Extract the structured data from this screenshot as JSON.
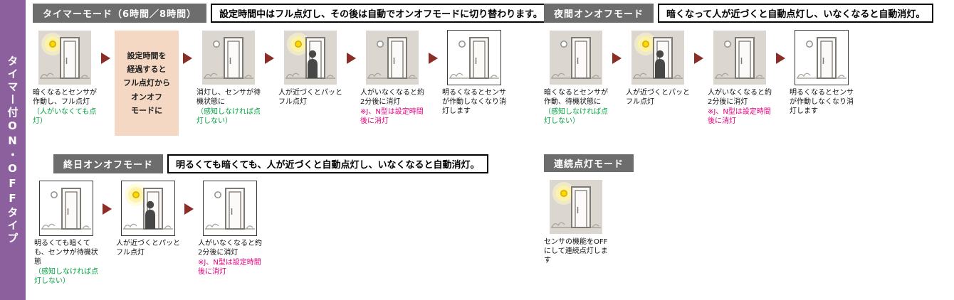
{
  "sidebar": {
    "label": "タイマー付ON・OFFタイプ"
  },
  "colors": {
    "sidebar_purple": "#8c5f9d",
    "header_gray": "#6e6d6e",
    "arrow_red": "#8b2e27",
    "note_green": "#00a23e",
    "note_pink": "#e4007f",
    "scene_gray_bg": "#dbd6cf",
    "transition_box_bg": "#f4d8c3"
  },
  "sections": {
    "timer": {
      "title": "タイマーモード（6時間／8時間）",
      "description": "設定時間中はフル点灯し、その後は自動でオンオフモードに切り替わります。",
      "transition_box": "設定時間を\n経過すると\nフル点灯から\nオンオフ\nモードに",
      "steps": [
        {
          "caption": "暗くなるとセンサが作動し、フル点灯",
          "green_note": "（人がいなくても点灯）",
          "scene": {
            "bg": "gray",
            "lit": true,
            "person": false
          }
        },
        {
          "caption": "消灯し、センサが待機状態に",
          "green_note": "（感知しなければ点灯しない）",
          "scene": {
            "bg": "gray",
            "lit": false,
            "person": false
          }
        },
        {
          "caption": "人が近づくとパッとフル点灯",
          "scene": {
            "bg": "gray",
            "lit": true,
            "person": true
          }
        },
        {
          "caption": "人がいなくなると約2分後に消灯",
          "pink_note": "※J、N型は設定時間後に消灯",
          "scene": {
            "bg": "gray",
            "lit": false,
            "person": false
          }
        },
        {
          "caption": "明るくなるとセンサが作動しなくなり消灯します",
          "scene": {
            "bg": "white",
            "lit": false,
            "person": false
          }
        }
      ]
    },
    "night": {
      "title": "夜間オンオフモード",
      "description": "暗くなって人が近づくと自動点灯し、いなくなると自動消灯。",
      "steps": [
        {
          "caption": "暗くなるとセンサが作動、待機状態に",
          "green_note": "（感知しなければ点灯しない）",
          "scene": {
            "bg": "gray",
            "lit": false,
            "person": false
          }
        },
        {
          "caption": "人が近づくとパッとフル点灯",
          "scene": {
            "bg": "gray",
            "lit": true,
            "person": true
          }
        },
        {
          "caption": "人がいなくなると約2分後に消灯",
          "pink_note": "※J、N型は設定時間後に消灯",
          "scene": {
            "bg": "gray",
            "lit": false,
            "person": false
          }
        },
        {
          "caption": "明るくなるとセンサが作動しなくなり消灯します",
          "scene": {
            "bg": "white",
            "lit": false,
            "person": false
          }
        }
      ]
    },
    "allday": {
      "title": "終日オンオフモード",
      "description": "明るくても暗くても、人が近づくと自動点灯し、いなくなると自動消灯。",
      "steps": [
        {
          "caption": "明るくても暗くても、センサが待機状態",
          "green_note": "（感知しなければ点灯しない）",
          "scene": {
            "bg": "white",
            "lit": false,
            "person": false
          }
        },
        {
          "caption": "人が近づくとパッとフル点灯",
          "scene": {
            "bg": "white",
            "lit": true,
            "person": true
          }
        },
        {
          "caption": "人がいなくなると約2分後に消灯",
          "pink_note": "※J、N型は設定時間後に消灯",
          "scene": {
            "bg": "white",
            "lit": false,
            "person": false
          }
        }
      ]
    },
    "continuous": {
      "title": "連続点灯モード",
      "steps": [
        {
          "caption": "センサの機能をOFFにして連続点灯します",
          "scene": {
            "bg": "gray",
            "lit": true,
            "person": false
          }
        }
      ]
    }
  }
}
